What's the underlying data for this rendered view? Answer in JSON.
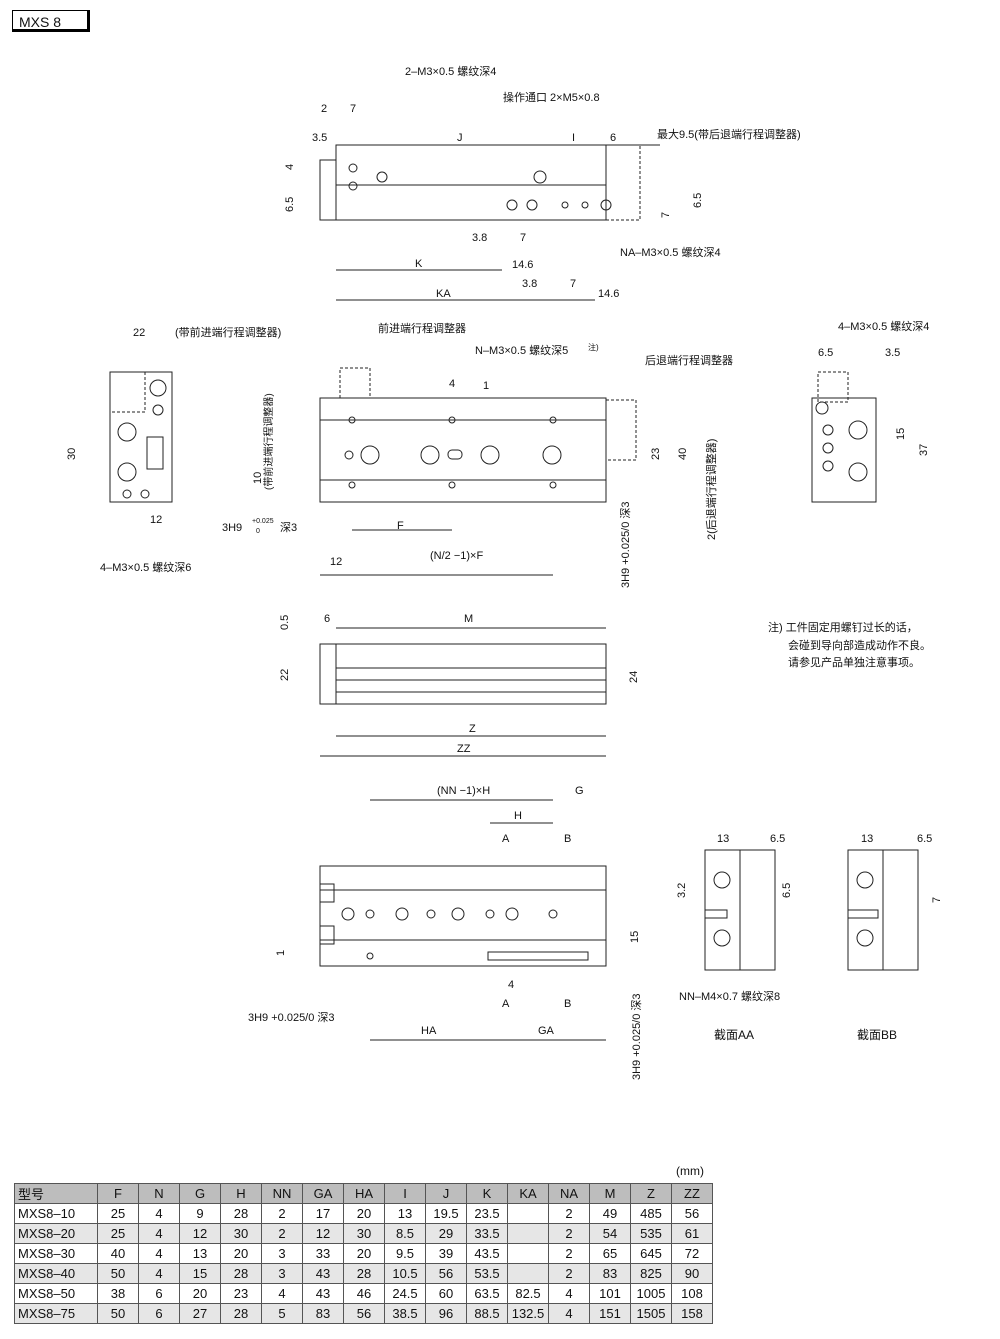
{
  "title": "MXS 8",
  "unit": "(mm)",
  "top_view": {
    "port_tap": "2–M3×0.5 螺纹深4",
    "op_port": "操作通口 2×M5×0.8",
    "d2": "2",
    "d7a": "7",
    "d35": "3.5",
    "J": "J",
    "I": "I",
    "d6": "6",
    "max95": "最大9.5(带后退端行程调整器)",
    "d4": "4",
    "d65a": "6.5",
    "d65b": "6.5",
    "d7b": "7",
    "d38a": "3.8",
    "d7c": "7",
    "na_tap": "NA–M3×0.5 螺纹深4",
    "K": "K",
    "d146a": "14.6",
    "d38b": "3.8",
    "d7d": "7",
    "KA": "KA",
    "d146b": "14.6"
  },
  "front_view": {
    "d22": "22",
    "with_fwd": "(带前进端行程调整器)",
    "fwd_adj": "前进端行程调整器",
    "n_tap": "N–M3×0.5 螺纹深5",
    "note_mark": "注)",
    "d4": "4",
    "d1": "1",
    "back_adj": "后退端行程调整器",
    "d30": "30",
    "d10": "10",
    "with_fwd_v": "(带前进端行程调整器)",
    "d23": "23",
    "d40": "40",
    "back_v": "2(后退端行程调整器)",
    "d12a": "12",
    "h9": "3H9",
    "tol": "+0.025",
    "tol0": "0",
    "depth3": "深3",
    "F": "F",
    "d12b": "12",
    "nf": "(N/2 −1)×F",
    "m3_tap6": "4–M3×0.5 螺纹深6",
    "h9v": "3H9 +0.025/0 深3"
  },
  "end_view": {
    "tap": "4–M3×0.5 螺纹深4",
    "d65": "6.5",
    "d35": "3.5",
    "d15": "15",
    "d37": "37"
  },
  "side_view": {
    "d05": "0.5",
    "d6": "6",
    "M": "M",
    "d22": "22",
    "d24": "24",
    "Z": "Z",
    "ZZ": "ZZ"
  },
  "note": [
    "注) 工件固定用螺钉过长的话，",
    "会碰到导向部造成动作不良。",
    "请参见产品单独注意事项。"
  ],
  "bottom_view": {
    "nnh": "(NN −1)×H",
    "G": "G",
    "H": "H",
    "A1": "A",
    "B1": "B",
    "d15": "15",
    "d1": "1",
    "d4": "4",
    "A2": "A",
    "B2": "B",
    "h9": "3H9 +0.025/0 深3",
    "HA": "HA",
    "GA": "GA",
    "h9v": "3H9 +0.025/0 深3"
  },
  "sections": {
    "d13a": "13",
    "d65a": "6.5",
    "d32": "3.2",
    "d65b": "6.5",
    "d13b": "13",
    "d65c": "6.5",
    "d7": "7",
    "nn_tap": "NN–M4×0.7 螺纹深8",
    "aa": "截面AA",
    "bb": "截面BB"
  },
  "table": {
    "headers": [
      "型号",
      "F",
      "N",
      "G",
      "H",
      "NN",
      "GA",
      "HA",
      "I",
      "J",
      "K",
      "KA",
      "NA",
      "M",
      "Z",
      "ZZ"
    ],
    "rows": [
      [
        "MXS8–10",
        "25",
        "4",
        "9",
        "28",
        "2",
        "17",
        "20",
        "13",
        "19.5",
        "23.5",
        "",
        "2",
        "49",
        "485",
        "56"
      ],
      [
        "MXS8–20",
        "25",
        "4",
        "12",
        "30",
        "2",
        "12",
        "30",
        "8.5",
        "29",
        "33.5",
        "",
        "2",
        "54",
        "535",
        "61"
      ],
      [
        "MXS8–30",
        "40",
        "4",
        "13",
        "20",
        "3",
        "33",
        "20",
        "9.5",
        "39",
        "43.5",
        "",
        "2",
        "65",
        "645",
        "72"
      ],
      [
        "MXS8–40",
        "50",
        "4",
        "15",
        "28",
        "3",
        "43",
        "28",
        "10.5",
        "56",
        "53.5",
        "",
        "2",
        "83",
        "825",
        "90"
      ],
      [
        "MXS8–50",
        "38",
        "6",
        "20",
        "23",
        "4",
        "43",
        "46",
        "24.5",
        "60",
        "63.5",
        "82.5",
        "4",
        "101",
        "1005",
        "108"
      ],
      [
        "MXS8–75",
        "50",
        "6",
        "27",
        "28",
        "5",
        "83",
        "56",
        "38.5",
        "96",
        "88.5",
        "132.5",
        "4",
        "151",
        "1505",
        "158"
      ]
    ]
  }
}
